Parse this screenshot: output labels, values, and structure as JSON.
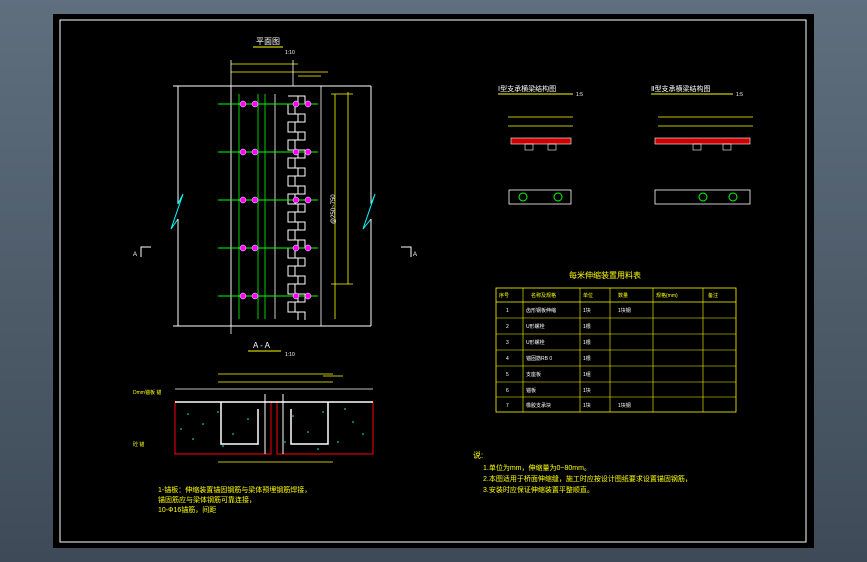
{
  "drawing": {
    "plan_title": "平面图",
    "plan_scale": "1:10",
    "section_mark": "A",
    "section_title": "A - A",
    "section_scale": "1:10",
    "spacing_label": "@250~750",
    "anchor_box_label": "Dmm锚板 锚",
    "concrete_label": "砼 锚",
    "bearing_title_1": "Ⅰ型支承横梁结构图",
    "bearing_title_2": "Ⅱ型支承横梁结构图",
    "bearing_scale": "1:5",
    "table_title": "每米伸缩装置用料表",
    "table_headers": [
      "序号",
      "名称及规格",
      "单位",
      "数量",
      "规格(mm)",
      "备注"
    ],
    "table_rows": [
      [
        "1",
        "齿形钢板伸缩",
        "1块",
        "1块钢",
        "",
        ""
      ],
      [
        "2",
        "U形螺栓",
        "1根",
        "",
        "",
        ""
      ],
      [
        "3",
        "U形螺栓",
        "1根",
        "",
        "",
        ""
      ],
      [
        "4",
        "锚固筋RB 0",
        "1根",
        "",
        "",
        ""
      ],
      [
        "5",
        "支座板",
        "1组",
        "",
        "",
        ""
      ],
      [
        "6",
        "锚板",
        "1块",
        "",
        "",
        ""
      ],
      [
        "7",
        "橡胶支承块",
        "1块",
        "1块钢",
        "",
        ""
      ]
    ],
    "notes_heading": "说:",
    "notes": [
      "1.单位为mm，伸缩量为0~80mm。",
      "2.本图适用于桥面伸缩缝，施工时应按设计图纸要求设置锚固钢筋，",
      "3.安装时应保证伸缩装置平整顺直。"
    ],
    "section_notes": [
      "1-锚板：伸缩装置锚固钢筋与梁体预埋钢筋焊接，",
      "锚固筋应与梁体钢筋可靠连接，",
      "10-Ф16锚筋，间距"
    ]
  }
}
